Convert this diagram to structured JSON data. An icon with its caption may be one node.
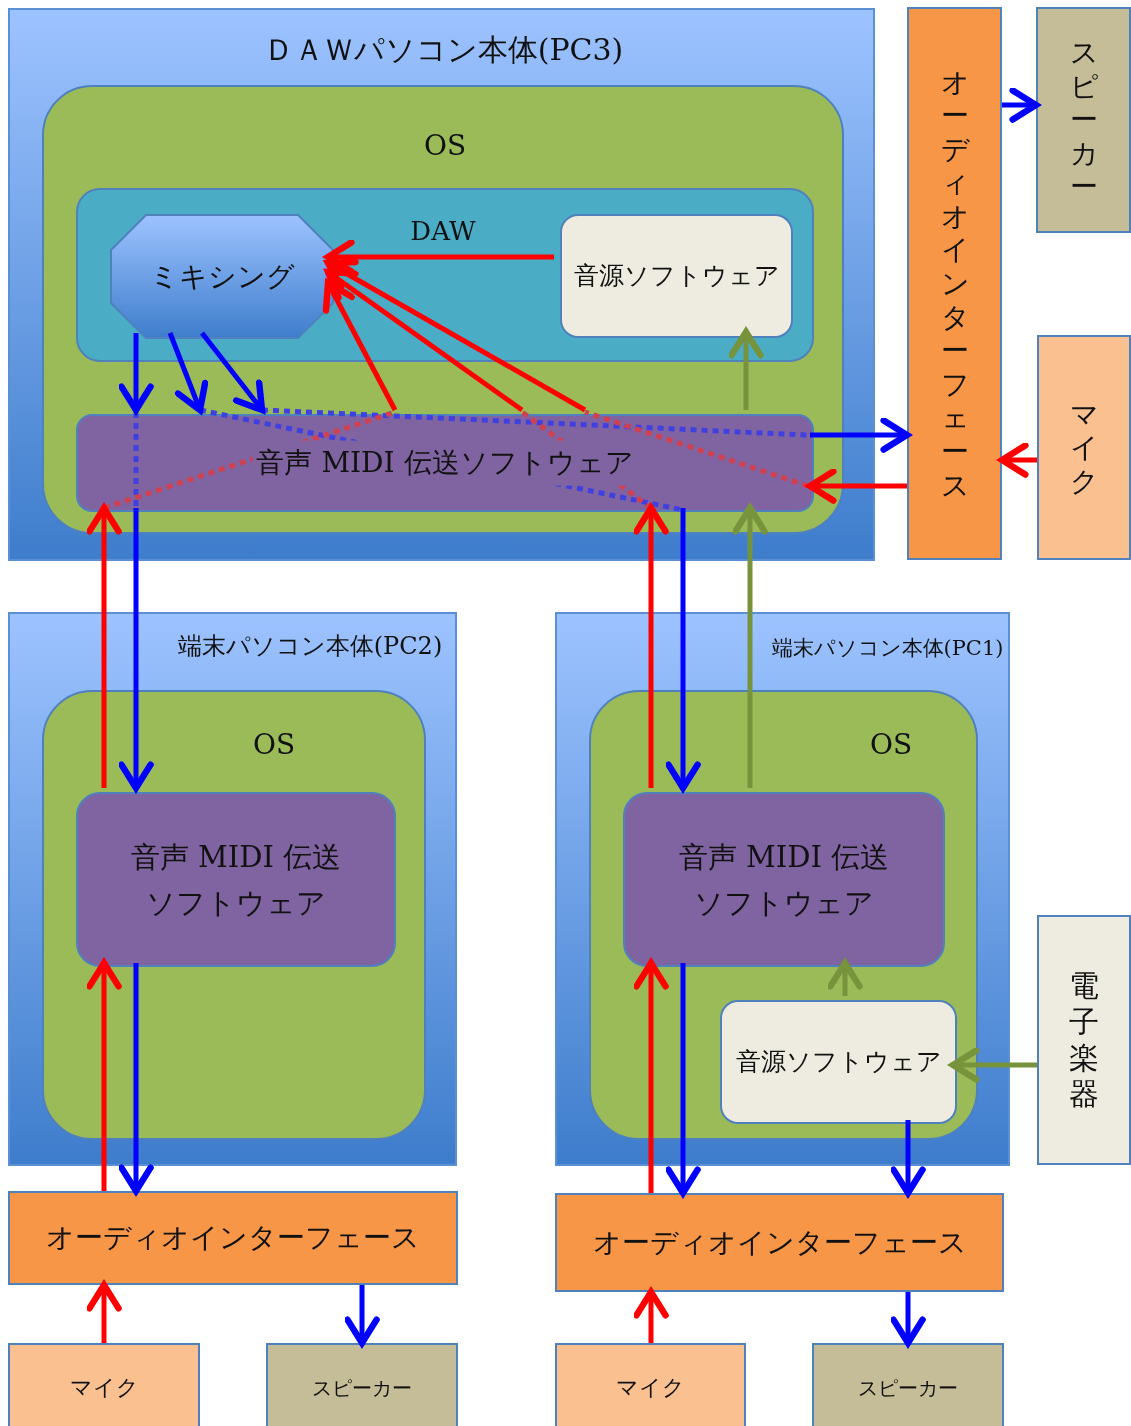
{
  "diagram": {
    "nodes": [
      {
        "text": [
          "ＤＡＷパソコン本体(PC3)"
        ]
      },
      {
        "text": [
          "OS"
        ],
        "in": 0
      },
      {
        "text": [
          "DAW"
        ],
        "in": 1
      },
      {
        "text": [
          "ミキシング"
        ],
        "in": 2
      },
      {
        "text": [
          "音源ソフトウェア"
        ],
        "in": 2
      },
      {
        "text": [
          "音声 MIDI 伝送ソフトウェア"
        ],
        "in": 1
      },
      {
        "text": [
          "オーディオインターフェース"
        ]
      },
      {
        "text": [
          "スピーカー"
        ]
      },
      {
        "text": [
          "マイク"
        ]
      },
      {
        "text": [
          "端末パソコン本体(PC2)"
        ]
      },
      {
        "text": [
          "OS"
        ],
        "in": 9
      },
      {
        "text": [
          "音声 MIDI 伝送ソフトウェア"
        ],
        "in": 10
      },
      {
        "text": [
          "オーディオインターフェース"
        ]
      },
      {
        "text": [
          "マイク"
        ]
      },
      {
        "text": [
          "スピーカー"
        ]
      },
      {
        "text": [
          "端末パソコン本体(PC1)"
        ]
      },
      {
        "text": [
          "OS"
        ],
        "in": 15
      },
      {
        "text": [
          "音声 MIDI 伝送ソフトウェア"
        ],
        "in": 16
      },
      {
        "text": [
          "音源ソフトウェア"
        ],
        "in": 16
      },
      {
        "text": [
          "電子楽器"
        ]
      },
      {
        "text": [
          "オーディオインターフェース"
        ]
      },
      {
        "text": [
          "マイク"
        ]
      },
      {
        "text": [
          "スピーカー"
        ]
      }
    ],
    "edges": [
      {
        "from": 4,
        "to": 3,
        "arrow": "to",
        "color": "#ff0000"
      },
      {
        "from": 5,
        "to": 3,
        "arrow": "to",
        "color": "#ff0000"
      },
      {
        "from": 5,
        "to": 3,
        "arrow": "to",
        "color": "#ff0000"
      },
      {
        "from": 5,
        "to": 3,
        "arrow": "to",
        "color": "#ff0000"
      },
      {
        "from": 3,
        "to": 5,
        "arrow": "to",
        "color": "#0000ff"
      },
      {
        "from": 3,
        "to": 5,
        "arrow": "to",
        "color": "#0000ff"
      },
      {
        "from": 3,
        "to": 5,
        "arrow": "to",
        "color": "#0000ff"
      },
      {
        "from": 5,
        "to": 4,
        "arrow": "to",
        "color": "#77933c"
      },
      {
        "from": 5,
        "to": 6,
        "arrow": "to",
        "color": "#0000ff"
      },
      {
        "from": 6,
        "to": 5,
        "arrow": "to",
        "color": "#ff0000"
      },
      {
        "from": 6,
        "to": 7,
        "arrow": "to",
        "color": "#0000ff"
      },
      {
        "from": 8,
        "to": 6,
        "arrow": "to",
        "color": "#ff0000"
      },
      {
        "from": 11,
        "to": 5,
        "arrow": "to",
        "color": "#ff0000"
      },
      {
        "from": 5,
        "to": 11,
        "arrow": "to",
        "color": "#0000ff"
      },
      {
        "from": 17,
        "to": 5,
        "arrow": "to",
        "color": "#ff0000"
      },
      {
        "from": 5,
        "to": 17,
        "arrow": "to",
        "color": "#0000ff"
      },
      {
        "from": 17,
        "to": 5,
        "arrow": "to",
        "color": "#77933c"
      },
      {
        "from": 12,
        "to": 11,
        "arrow": "to",
        "color": "#ff0000"
      },
      {
        "from": 11,
        "to": 12,
        "arrow": "to",
        "color": "#0000ff"
      },
      {
        "from": 13,
        "to": 12,
        "arrow": "to",
        "color": "#ff0000"
      },
      {
        "from": 12,
        "to": 14,
        "arrow": "to",
        "color": "#0000ff"
      },
      {
        "from": 20,
        "to": 17,
        "arrow": "to",
        "color": "#ff0000"
      },
      {
        "from": 17,
        "to": 20,
        "arrow": "to",
        "color": "#0000ff"
      },
      {
        "from": 18,
        "to": 17,
        "arrow": "to",
        "color": "#77933c"
      },
      {
        "from": 19,
        "to": 18,
        "arrow": "to",
        "color": "#77933c"
      },
      {
        "from": 18,
        "to": 20,
        "arrow": "to",
        "color": "#0000ff"
      },
      {
        "from": 21,
        "to": 20,
        "arrow": "to",
        "color": "#ff0000"
      },
      {
        "from": 20,
        "to": 22,
        "arrow": "to",
        "color": "#0000ff"
      }
    ]
  }
}
